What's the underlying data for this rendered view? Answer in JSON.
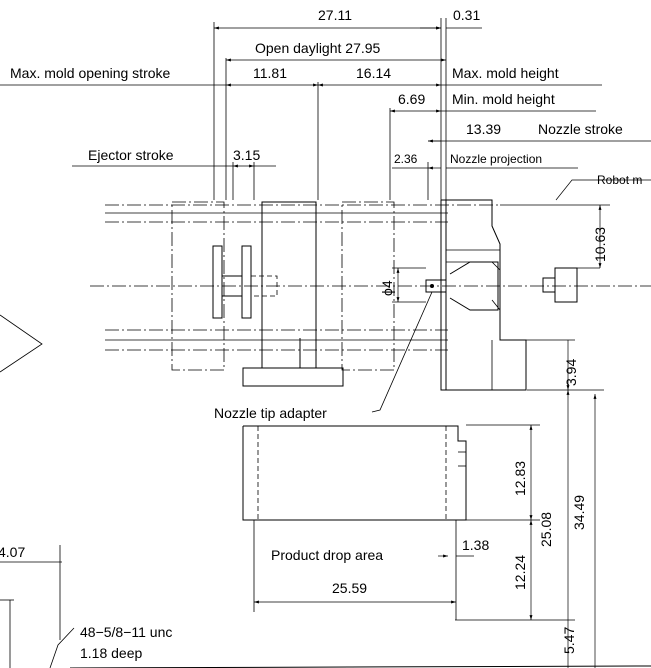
{
  "dimensions": {
    "d_27_11": "27.11",
    "d_0_31": "0.31",
    "open_daylight": "Open daylight 27.95",
    "max_mold_opening_stroke": "Max. mold opening stroke",
    "d_11_81": "11.81",
    "d_16_14": "16.14",
    "max_mold_height": "Max. mold height",
    "d_6_69": "6.69",
    "min_mold_height": "Min. mold height",
    "d_13_39": "13.39",
    "nozzle_stroke": "Nozzle stroke",
    "ejector_stroke": "Ejector stroke",
    "d_3_15": "3.15",
    "d_2_36": "2.36",
    "nozzle_projection": "Nozzle projection",
    "robot_mount": "Robot m",
    "d_10_63": "10.63",
    "phi_4": "ϕ4",
    "d_3_94": "3.94",
    "nozzle_tip_adapter": "Nozzle tip adapter",
    "d_12_83": "12.83",
    "d_25_08": "25.08",
    "d_34_49": "34.49",
    "product_drop_area": "Product drop area",
    "d_1_38": "1.38",
    "d_12_24": "12.24",
    "d_25_59": "25.59",
    "d_4_07": "4.07",
    "thread_spec": "48−5/8−11 unc",
    "thread_depth": "1.18 deep",
    "d_5_47": "5.47"
  }
}
